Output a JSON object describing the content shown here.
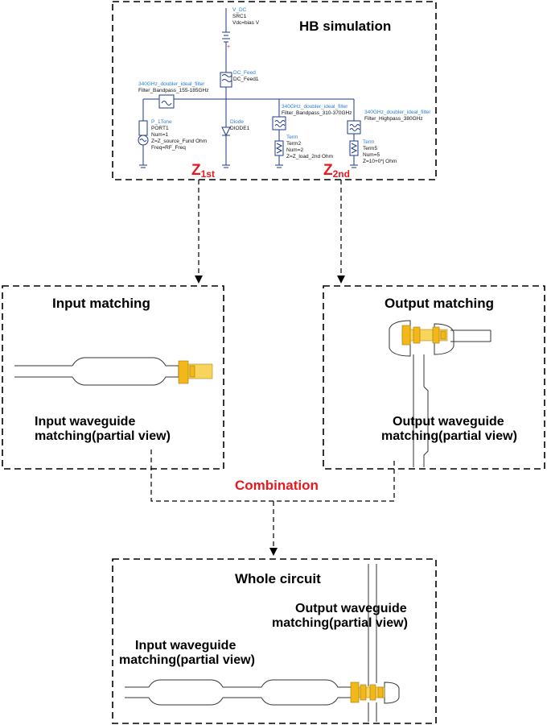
{
  "hb_box": {
    "title": "HB simulation",
    "z1": {
      "main": "Z",
      "sub": "1st"
    },
    "z2": {
      "main": "Z",
      "sub": "2nd"
    },
    "schematic": {
      "vdc": {
        "name": "V_DC",
        "id": "SRC1",
        "param": "Vdc=bias V"
      },
      "dcfeed": {
        "name": "DC_Feed",
        "id": "DC_Feed1"
      },
      "filter_in": {
        "name": "340GHz_doubler_ideal_filter",
        "id": "Filter_Bandpass_155-185GHz"
      },
      "port": {
        "name": "P_1Tone",
        "id": "PORT1",
        "p1": "Num=1",
        "p2": "Z=Z_source_Fund Ohm",
        "p3": "Freq=RF_Freq"
      },
      "diode": {
        "name": "Diode",
        "id": "DIODE1"
      },
      "filter_bp": {
        "name": "340GHz_doubler_ideal_filter",
        "id": "Filter_Bandpass_310-370GHz"
      },
      "filter_hp": {
        "name": "340GHz_doubler_ideal_filter",
        "id": "Filter_Highpass_380GHz"
      },
      "term2": {
        "name": "Term",
        "id": "Term2",
        "p1": "Num=2",
        "p2": "Z=Z_load_2nd  Ohm"
      },
      "term5": {
        "name": "Term",
        "id": "Term5",
        "p1": "Num=5",
        "p2": "Z=10+0*j Ohm"
      }
    }
  },
  "input_box": {
    "title": "Input matching",
    "caption_line1": "Input waveguide",
    "caption_line2": "matching(partial view)"
  },
  "output_box": {
    "title": "Output matching",
    "caption_line1": "Output waveguide",
    "caption_line2": "matching(partial view)"
  },
  "combination_label": "Combination",
  "whole_box": {
    "title": "Whole circuit",
    "out_caption_line1": "Output waveguide",
    "out_caption_line2": "matching(partial view)",
    "in_caption_line1": "Input waveguide",
    "in_caption_line2": "matching(partial view)"
  },
  "colors": {
    "accent_red": "#e8191e",
    "schematic_blue": "#2d7fd3",
    "circuit_gold": "#f2b81a"
  }
}
